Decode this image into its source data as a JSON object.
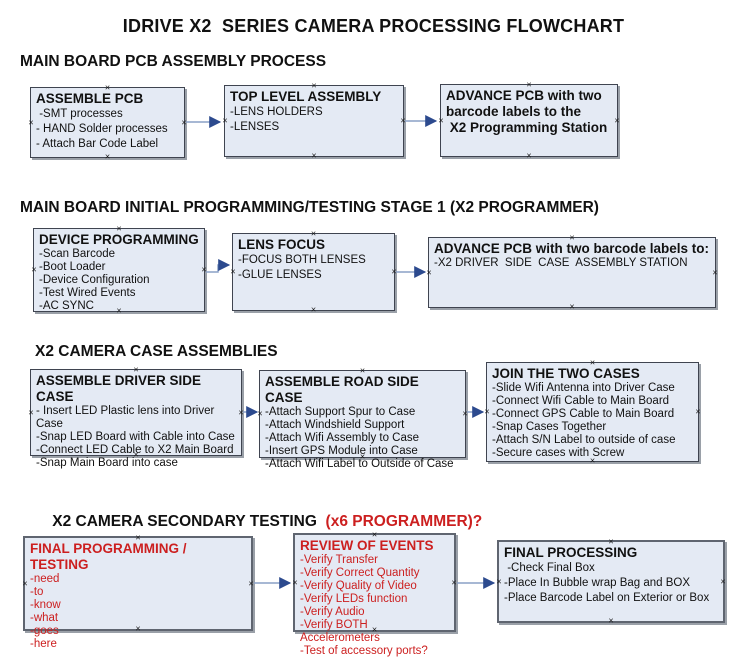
{
  "title": "IDRIVE X2  SERIES CAMERA PROCESSING FLOWCHART",
  "icons": {
    "connection_handle": "×",
    "arrow": "right-arrow"
  },
  "colors": {
    "box_fill": "#e4eaf4",
    "box_border": "#3f4450",
    "box_border_thick": "#5f6570",
    "arrow_line": "#8aa0c6",
    "arrow_head": "#2c4a8e",
    "red_text": "#cc1f1f",
    "text": "#111111",
    "shadow": "#9aa0a8"
  },
  "sections": [
    {
      "heading": "MAIN BOARD PCB ASSEMBLY PROCESS",
      "boxes": [
        {
          "title": "ASSEMBLE PCB",
          "lines": [
            " -SMT processes",
            "- HAND Solder processes",
            "- Attach Bar Code Label"
          ]
        },
        {
          "title": "TOP LEVEL ASSEMBLY",
          "lines": [
            "-LENS HOLDERS",
            "-LENSES"
          ]
        },
        {
          "title": "ADVANCE PCB with two",
          "lines": [
            "barcode labels to the",
            " X2 Programming Station"
          ]
        }
      ]
    },
    {
      "heading": "MAIN BOARD INITIAL PROGRAMMING/TESTING STAGE 1 (X2 PROGRAMMER)",
      "boxes": [
        {
          "title": "DEVICE PROGRAMMING",
          "lines": [
            "-Scan Barcode",
            "-Boot Loader",
            "-Device Configuration",
            "-Test Wired Events",
            "-AC SYNC"
          ]
        },
        {
          "title": "LENS FOCUS",
          "lines": [
            "-FOCUS BOTH LENSES",
            "-GLUE LENSES"
          ]
        },
        {
          "title": "ADVANCE PCB with two barcode labels to:",
          "lines": [
            "-X2 DRIVER  SIDE  CASE  ASSEMBLY STATION"
          ]
        }
      ]
    },
    {
      "heading": "X2 CAMERA CASE ASSEMBLIES",
      "boxes": [
        {
          "title": "ASSEMBLE DRIVER SIDE CASE",
          "lines": [
            "- Insert LED Plastic lens into Driver Case",
            "-Snap LED Board with Cable into Case",
            "-Connect LED Cable to X2 Main Board",
            "-Snap Main Board into case"
          ]
        },
        {
          "title": "ASSEMBLE ROAD SIDE CASE",
          "lines": [
            "-Attach Support Spur to Case",
            "-Attach Windshield Support",
            "-Attach Wifi Assembly to Case",
            "-Insert GPS Module into Case",
            "-Attach Wifi Label to Outside of Case"
          ]
        },
        {
          "title": "JOIN THE TWO CASES",
          "lines": [
            "-Slide Wifi Antenna into Driver Case",
            "-Connect Wifi Cable to Main Board",
            "-Connect GPS Cable to Main Board",
            "-Snap Cases Together",
            "-Attach S/N Label to outside of case",
            "-Secure cases with Screw"
          ]
        }
      ]
    },
    {
      "heading_black": "X2 CAMERA SECONDARY TESTING ",
      "heading_red": " (x6 PROGRAMMER)?",
      "boxes": [
        {
          "title": "FINAL PROGRAMMING / TESTING",
          "lines": [
            "-need",
            "-to",
            "-know",
            "-what",
            "-goes",
            "-here"
          ]
        },
        {
          "title": "REVIEW OF EVENTS",
          "lines": [
            "-Verify Transfer",
            "-Verify Correct Quantity",
            "-Verify Quality of Video",
            "-Verify LEDs function",
            "-Verify Audio",
            "-Verify BOTH Accelerometers",
            "-Test of accessory ports?"
          ]
        },
        {
          "title": "FINAL PROCESSING",
          "lines": [
            " -Check Final Box",
            "-Place In Bubble wrap Bag and BOX",
            "-Place Barcode Label on Exterior or Box"
          ]
        }
      ]
    }
  ]
}
